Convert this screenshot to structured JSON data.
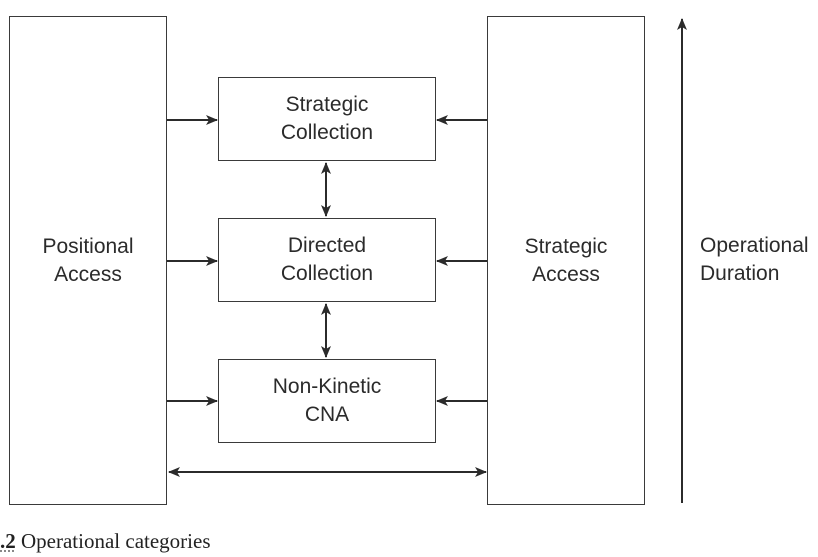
{
  "diagram": {
    "positional_access": "Positional\nAccess",
    "strategic_access": "Strategic\nAccess",
    "strategic_collection": "Strategic\nCollection",
    "directed_collection": "Directed\nCollection",
    "non_kinetic_cna": "Non-Kinetic\nCNA",
    "operational_duration": "Operational\nDuration"
  },
  "caption": {
    "number": ".2",
    "text": " Operational categories"
  }
}
